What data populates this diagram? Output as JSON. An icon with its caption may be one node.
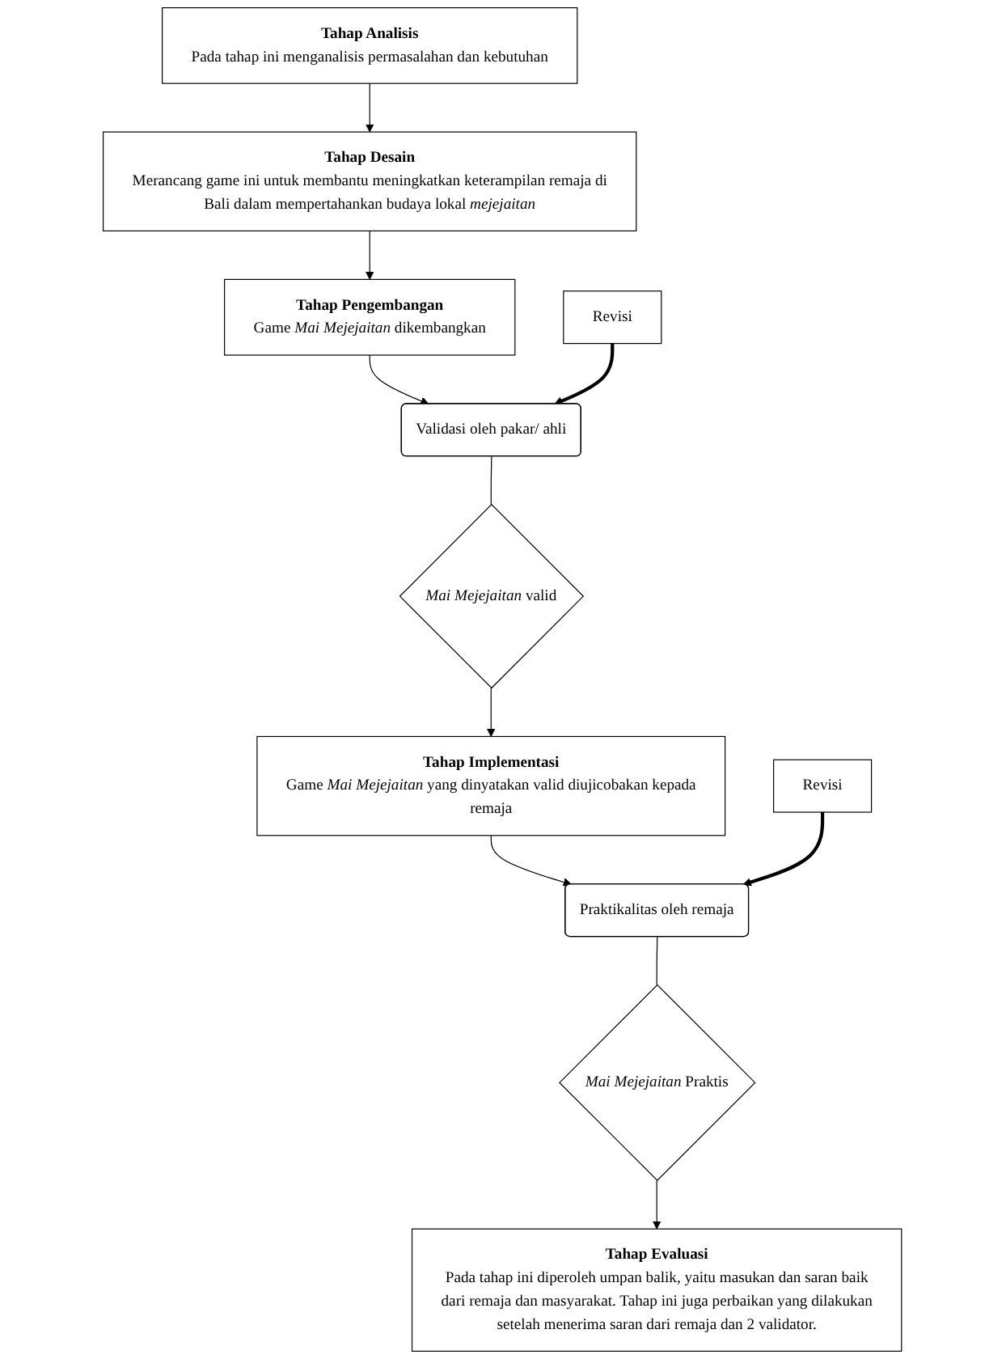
{
  "diagram": {
    "nodes": [
      {
        "text": [
          "Tahap Analisis",
          "Pada tahap ini menganalisis permasalahan dan kebutuhan"
        ]
      },
      {
        "text": [
          "Tahap Desain",
          "Merancang game ini untuk membantu meningkatkan keterampilan remaja di Bali dalam mempertahankan budaya lokal *mejejaitan*"
        ]
      },
      {
        "text": [
          "Tahap Pengembangan",
          "Game *Mai Mejejaitan* dikembangkan"
        ]
      },
      {
        "text": [
          "Validasi oleh pakar/ ahli"
        ]
      },
      {
        "text": [
          "*Mai Mejejaitan* valid"
        ]
      },
      {
        "text": [
          "Revisi"
        ]
      },
      {
        "text": [
          "Tahap Implementasi",
          "Game *Mai Mejejaitan* yang dinyatakan valid diujicobakan kepada remaja"
        ]
      },
      {
        "text": [
          "Praktikalitas oleh remaja"
        ]
      },
      {
        "text": [
          "*Mai Mejejaitan* Praktis"
        ]
      },
      {
        "text": [
          "Revisi"
        ]
      },
      {
        "text": [
          "Tahap Evaluasi",
          "Pada tahap ini diperoleh umpan balik, yaitu masukan dan saran baik dari remaja dan masyarakat. Tahap ini juga perbaikan yang dilakukan setelah menerima saran dari remaja dan 2 validator."
        ]
      }
    ],
    "edges": [
      {
        "from": 0,
        "to": 1,
        "arrow": "to"
      },
      {
        "from": 1,
        "to": 2,
        "arrow": "to"
      },
      {
        "from": 2,
        "to": 3,
        "arrow": "to"
      },
      {
        "from": 3,
        "to": 4,
        "arrow": "none"
      },
      {
        "from": 4,
        "to": 6,
        "arrow": "to"
      },
      {
        "from": 5,
        "to": 3,
        "arrow": "to",
        "style": "thick"
      },
      {
        "from": 6,
        "to": 7,
        "arrow": "to"
      },
      {
        "from": 7,
        "to": 8,
        "arrow": "none"
      },
      {
        "from": 8,
        "to": 10,
        "arrow": "to"
      },
      {
        "from": 9,
        "to": 7,
        "arrow": "to",
        "style": "thick"
      }
    ]
  }
}
